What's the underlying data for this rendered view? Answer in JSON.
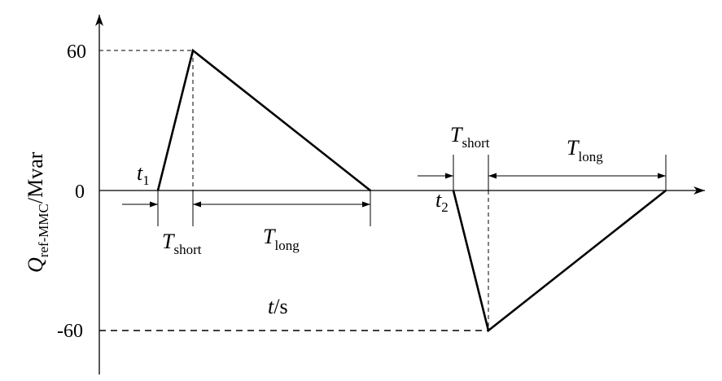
{
  "diagram": {
    "y_axis": {
      "label_symbol": "Q",
      "label_subscript": "ref-MMC",
      "label_unit": "/Mvar",
      "ticks": [
        "60",
        "0",
        "-60"
      ]
    },
    "x_axis": {
      "label_var": "t",
      "label_unit": "/s"
    },
    "events": {
      "t1_symbol": "t",
      "t1_subscript": "1",
      "t2_symbol": "t",
      "t2_subscript": "2"
    },
    "intervals": {
      "symbol": "T",
      "short_subscript": "short",
      "long_subscript": "long"
    },
    "profile": {
      "positive_peak_mvar": 60,
      "negative_peak_mvar": -60
    },
    "colors": {
      "line": "#000000",
      "background": "#ffffff"
    }
  }
}
